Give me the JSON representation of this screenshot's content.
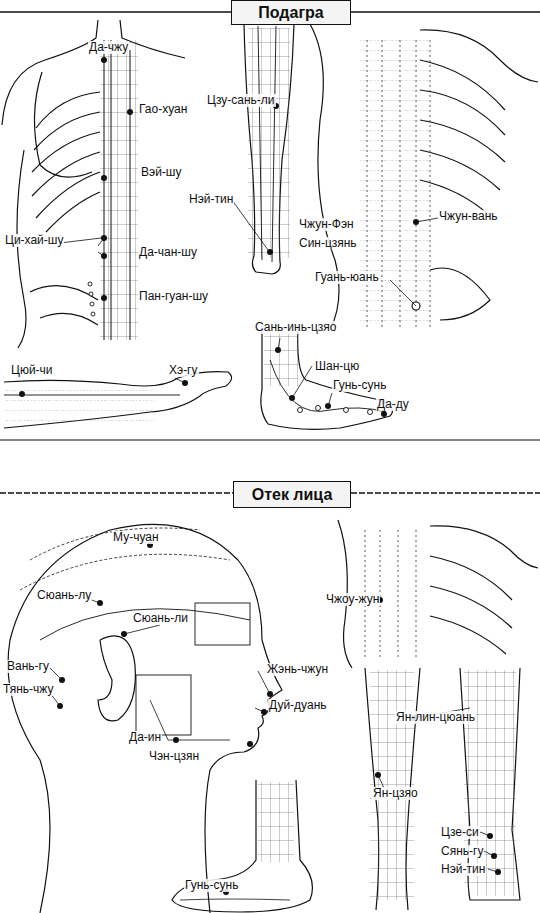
{
  "diagram": {
    "nodes": [
      {
        "text": [
          "Подагра"
        ]
      },
      {
        "text": [
          "Отек лица"
        ]
      }
    ],
    "labels": [
      "Да-чжу",
      "Гао-хуан",
      "Вэй-шу",
      "Ци-хай-шу",
      "Да-чан-шу",
      "Пан-гуан-шу",
      "Цзу-сань-ли",
      "Нэй-тин",
      "Чжун-Фэн",
      "Син-цзянь",
      "Чжун-вань",
      "Гуань-юань",
      "Сань-инь-цзяо",
      "Шан-цю",
      "Гунь-сунь",
      "Да-ду",
      "Цюй-чи",
      "Хэ-гу",
      "Му-чуан",
      "Сюань-лу",
      "Сюань-ли",
      "Вань-гу",
      "Тянь-чжу",
      "Да-ин",
      "Чэн-цзян",
      "Жэнь-чжун",
      "Дуй-дуань",
      "Чжоу-жун",
      "Ян-лин-цюань",
      "Ян-цзяо",
      "Цзе-си",
      "Сянь-гу",
      "Нэй-тин",
      "Гунь-сунь"
    ]
  }
}
